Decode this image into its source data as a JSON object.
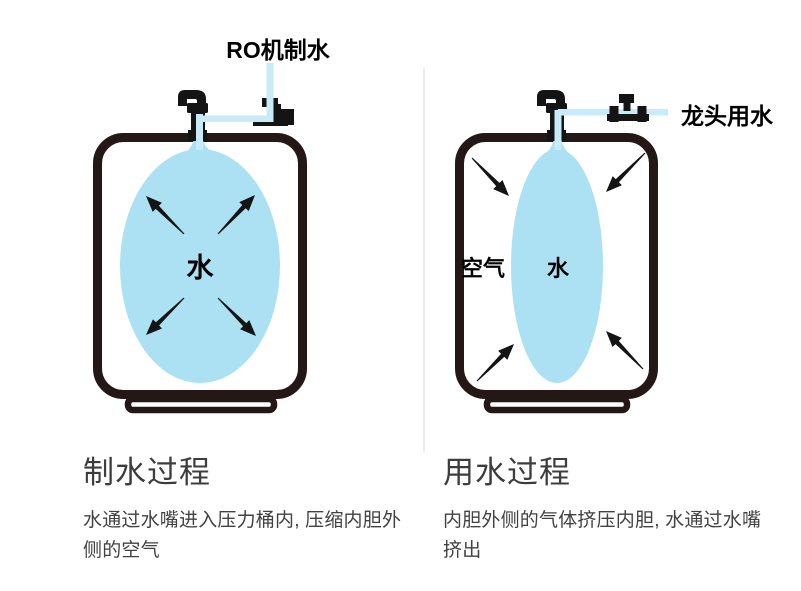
{
  "colors": {
    "tank_outline": "#231815",
    "bladder": "#abe1f3",
    "pipe": "#c7ebf8",
    "black": "#141414",
    "divider": "#ececec"
  },
  "left": {
    "inlet_label": "RO机制水",
    "water_label": "水",
    "title": "制水过程",
    "description": "水通过水嘴进入压力桶内, 压缩内胆外侧的空气"
  },
  "right": {
    "outlet_label": "龙头用水",
    "air_label": "空气",
    "water_label": "水",
    "title": "用水过程",
    "description": "内胆外侧的气体挤压内胆, 水通过水嘴挤出"
  }
}
